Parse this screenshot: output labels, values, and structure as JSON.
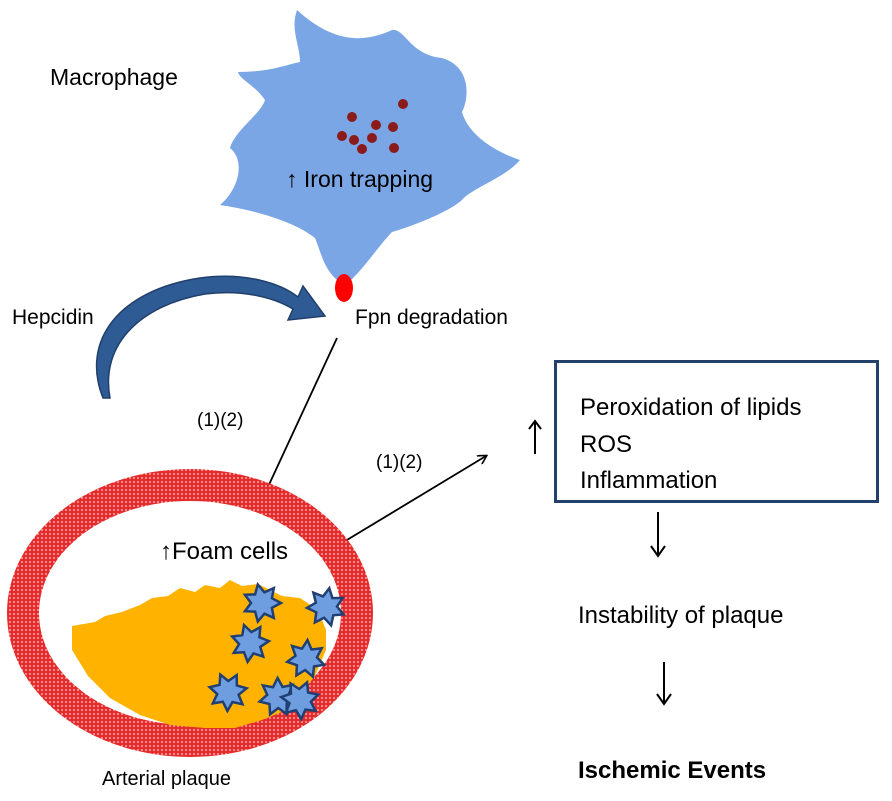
{
  "labels": {
    "macrophage": "Macrophage",
    "iron_trapping": "↑ Iron trapping",
    "hepcidin": "Hepcidin",
    "fpn_degradation": "Fpn degradation",
    "pathway_refs_1": "(1)(2)",
    "pathway_refs_2": "(1)(2)",
    "foam_cells": "↑Foam cells",
    "arterial_plaque": "Arterial plaque",
    "instability": "Instability of plaque",
    "ischemic_events": "Ischemic Events"
  },
  "effects_box": {
    "items": [
      "Peroxidation of lipids",
      "ROS",
      "Inflammation"
    ]
  },
  "colors": {
    "macrophage_fill": "#7aa6e6",
    "iron_dots": "#8b1a1a",
    "fpn_marker": "#ff0000",
    "hepcidin_arrow": "#2f5b95",
    "vessel_wall": "#e52b2b",
    "plaque_fill": "#ffb300",
    "foam_cell_fill": "#6f9ee0",
    "foam_cell_stroke": "#203f73",
    "box_border": "#23416b"
  },
  "counts": {
    "iron_particles": 9,
    "foam_cells_in_plaque": 7
  }
}
